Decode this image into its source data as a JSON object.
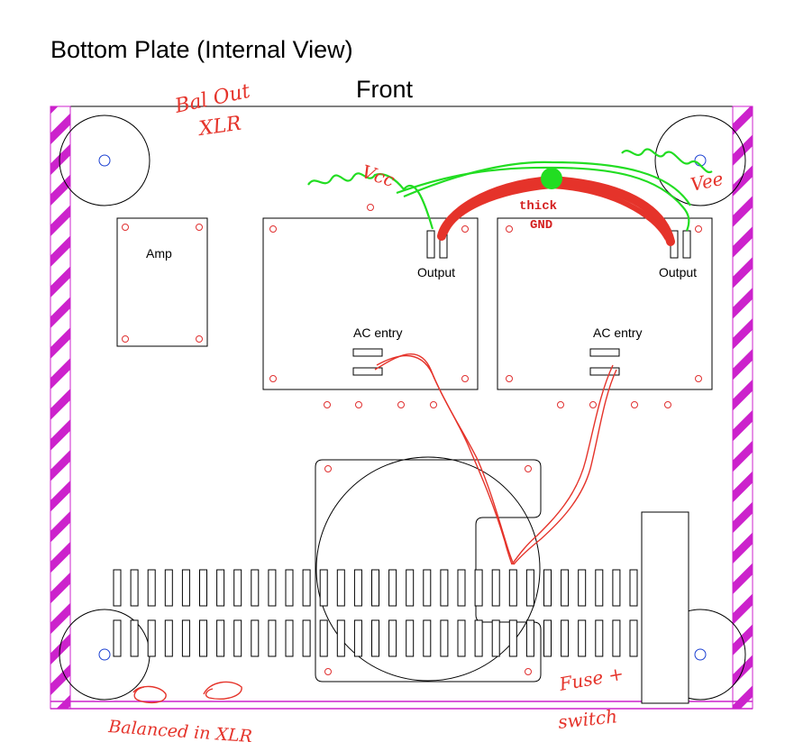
{
  "title": "Bottom Plate (Internal View)",
  "front_label": "Front",
  "labels": {
    "amp": "Amp",
    "output_left": "Output",
    "output_right": "Output",
    "ac_entry_left": "AC entry",
    "ac_entry_right": "AC entry"
  },
  "annotations": {
    "bal_out_line1": "Bal Out",
    "bal_out_line2": "XLR",
    "vcc": "Vcc",
    "vee": "Vee",
    "thick": "thick",
    "gnd": "GND",
    "balanced_in": "Balanced in XLR",
    "fuse": "Fuse +",
    "switch": "switch"
  },
  "colors": {
    "hatch": "#cc22cc",
    "wire_red": "#e5332a",
    "wire_green": "#22dd22",
    "gnd_dot": "#22dd22",
    "mount_hole": "#1a3fd1",
    "screw": "#e03030"
  }
}
